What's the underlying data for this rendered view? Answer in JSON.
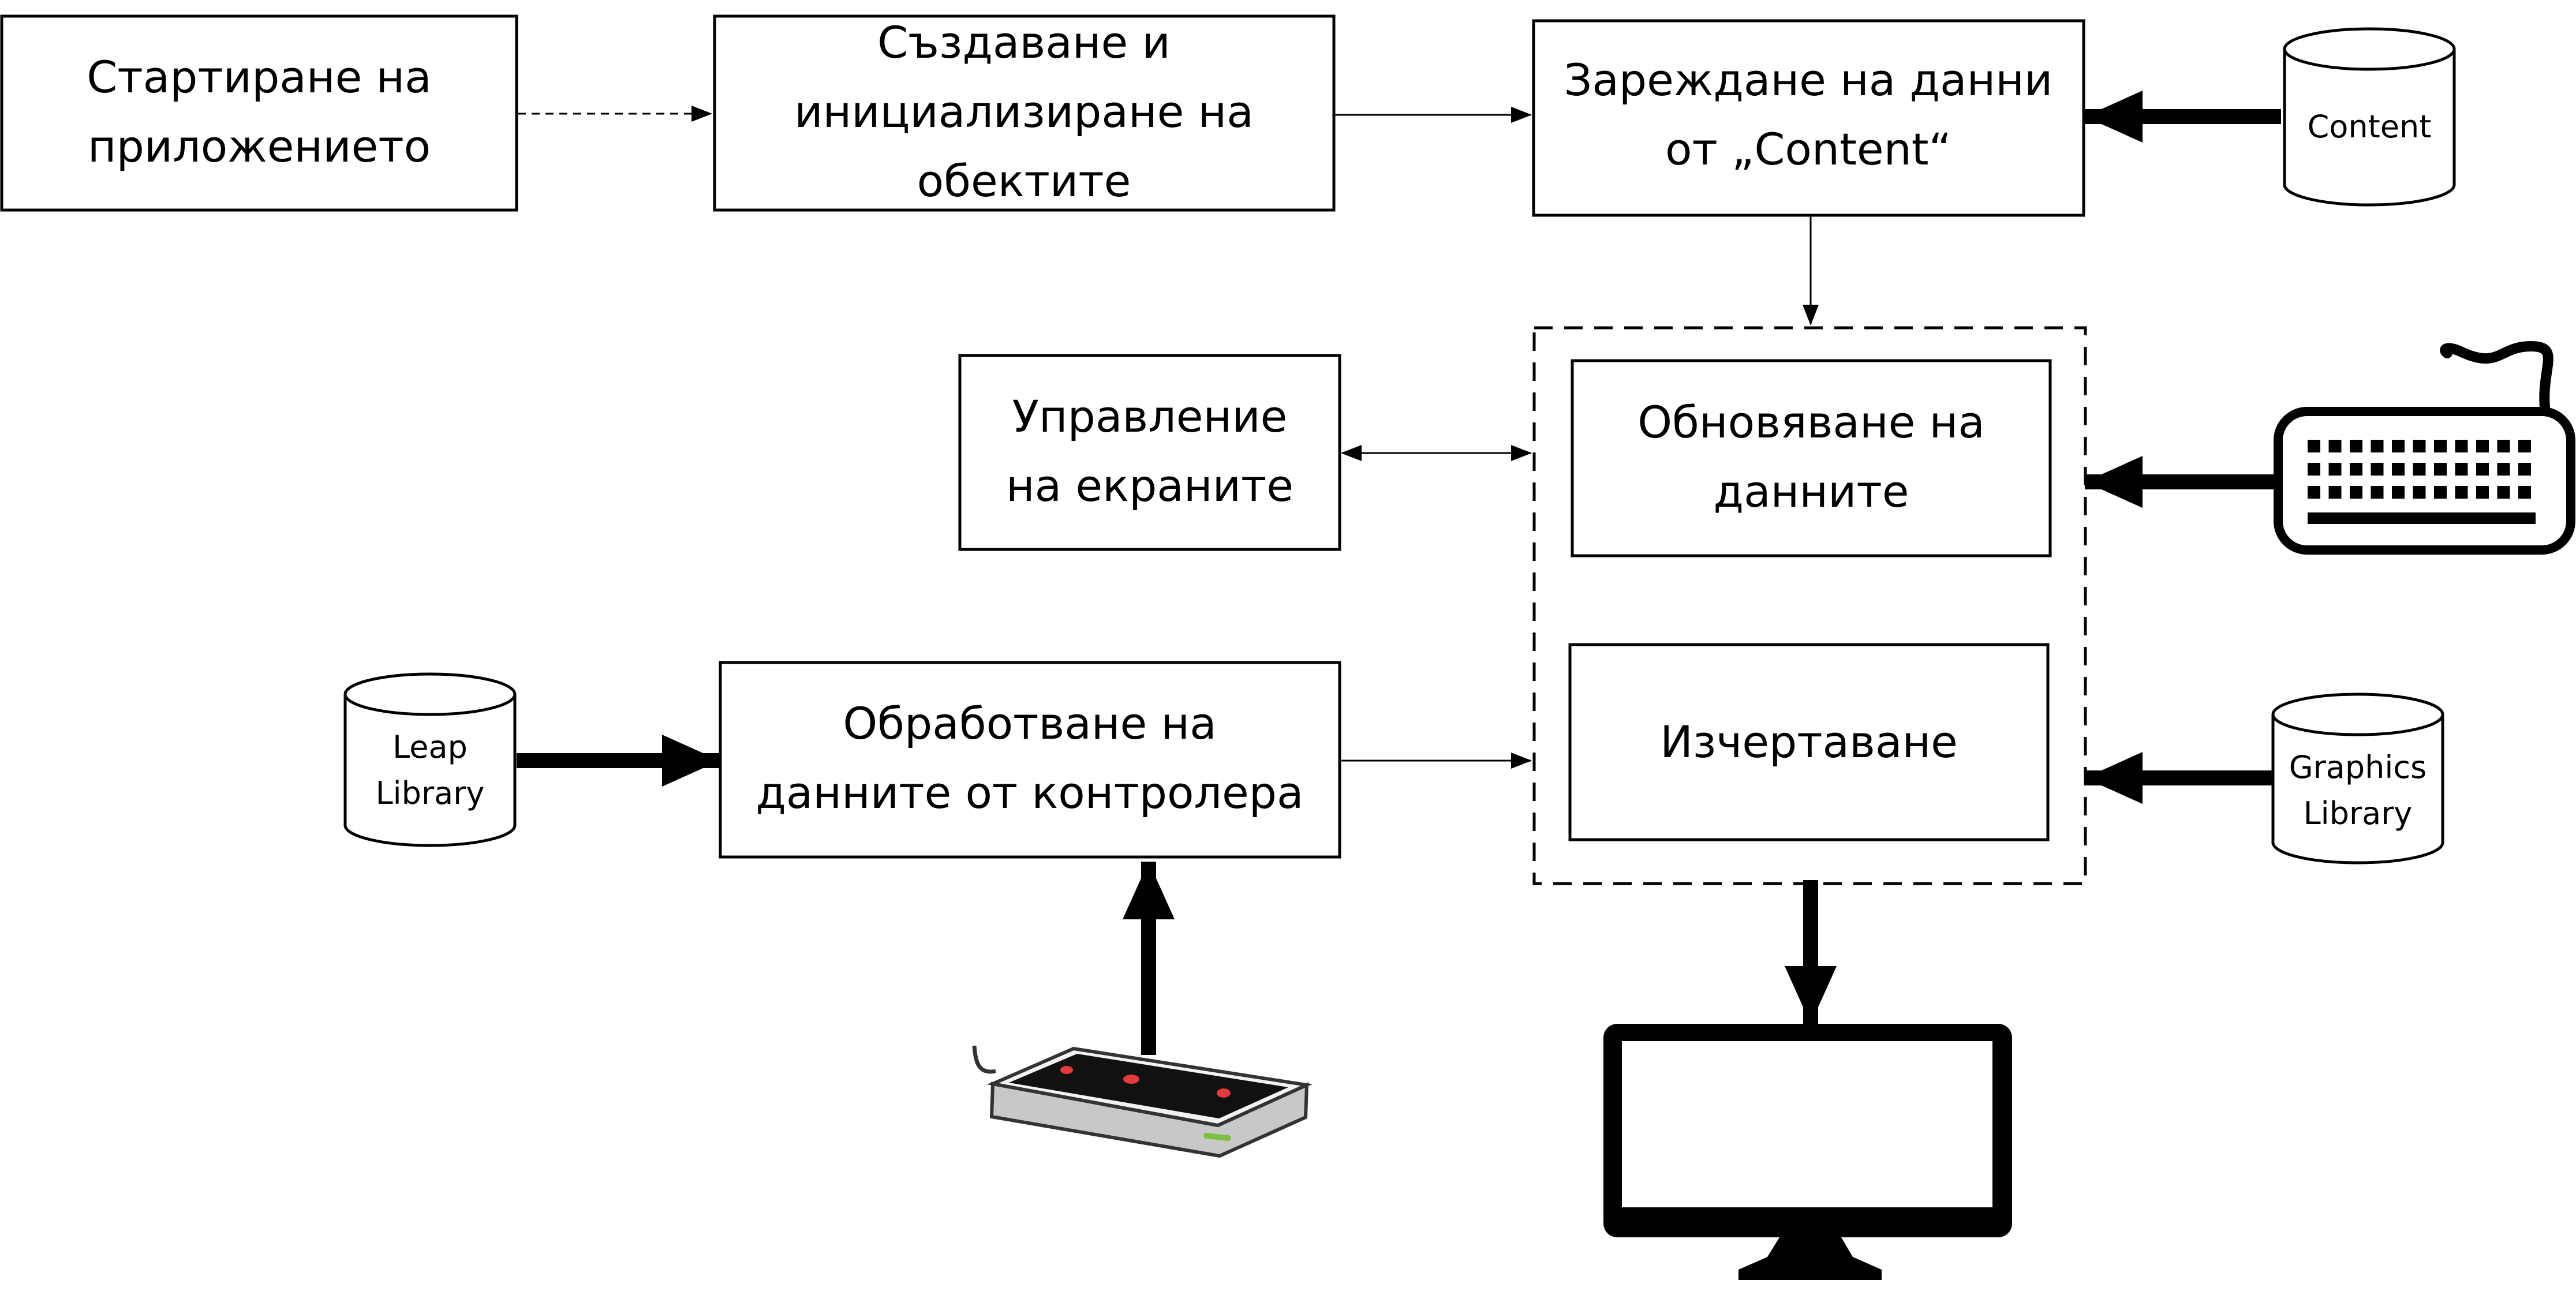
{
  "diagram": {
    "start_box": {
      "line1": "Стартиране на",
      "line2": "приложението"
    },
    "create_box": {
      "line1": "Създаване и",
      "line2": "инициализиране на",
      "line3": "обектите"
    },
    "load_box": {
      "line1": "Зареждане на данни",
      "line2": "от „Content“"
    },
    "content_db": {
      "label": "Content"
    },
    "screens_box": {
      "line1": "Управление",
      "line2": "на екраните"
    },
    "update_box": {
      "line1": "Обновяване на",
      "line2": "данните"
    },
    "draw_box": {
      "label": "Изчертаване"
    },
    "controller_box": {
      "line1": "Обработване на",
      "line2": "данните от контролера"
    },
    "leap_db": {
      "line1": "Leap",
      "line2": "Library"
    },
    "graphics_db": {
      "line1": "Graphics",
      "line2": "Library"
    },
    "icons": [
      "keyboard-icon",
      "monitor-icon",
      "leap-motion-controller-icon"
    ],
    "colors": {
      "controller_lights": "#e03a3a",
      "controller_status_led": "#7cc242",
      "controller_body": "#c8c8c8"
    }
  }
}
